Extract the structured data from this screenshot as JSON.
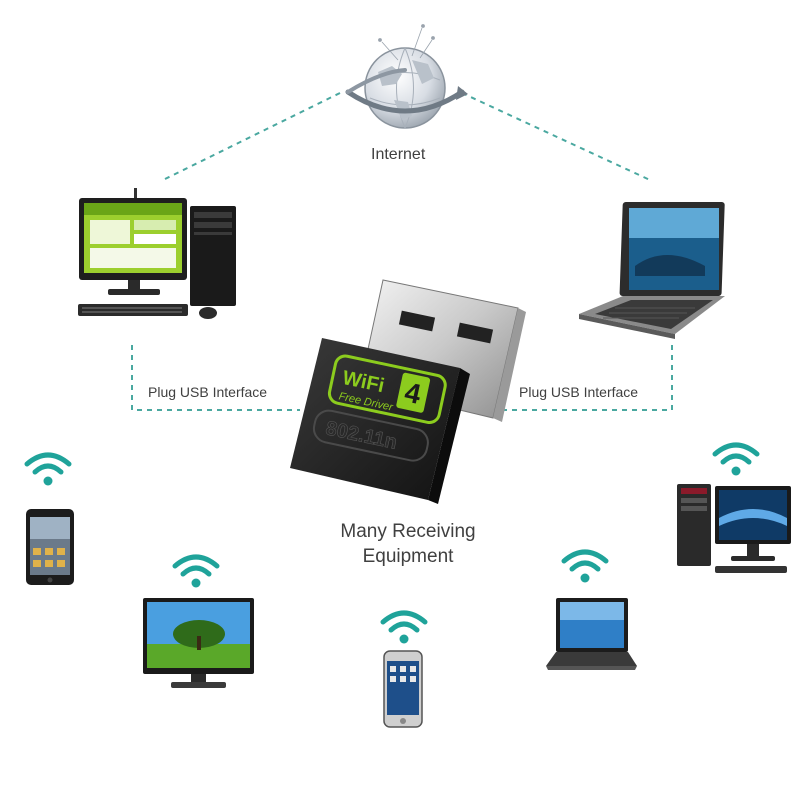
{
  "labels": {
    "internet": "Internet",
    "usb_left": "Plug USB Interface",
    "usb_right": "Plug USB Interface",
    "receiving_line1": "Many Receiving",
    "receiving_line2": "Equipment"
  },
  "adapter": {
    "brand": "WiFi",
    "number": "4",
    "tagline": "Free Driver",
    "standard": "802.11n"
  },
  "colors": {
    "connector": "#4aa8a0",
    "wifi": "#1fa39a",
    "adapter_green": "#8ccc1e",
    "adapter_body": "#1b1b1b"
  },
  "icons": [
    "globe-icon",
    "desktop-computer-icon",
    "laptop-icon",
    "usb-wifi-adapter-icon",
    "wifi-signal-icon",
    "tablet-icon",
    "tv-icon",
    "smartphone-icon",
    "all-in-one-pc-icon"
  ]
}
